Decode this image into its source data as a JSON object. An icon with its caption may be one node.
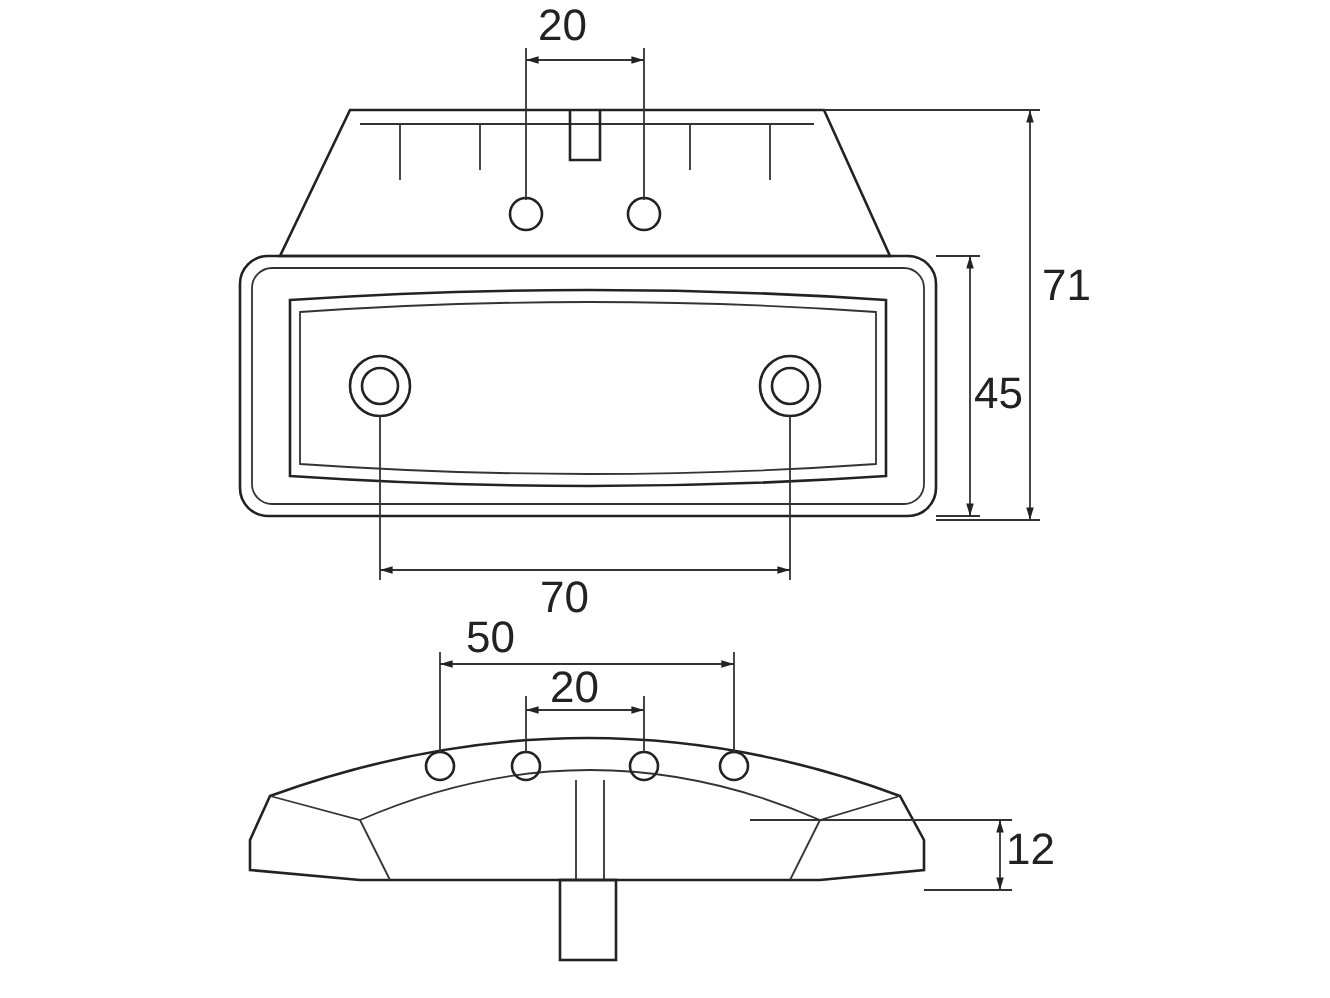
{
  "diagram": {
    "labels": [
      "20",
      "71",
      "45",
      "70",
      "50",
      "20",
      "12"
    ]
  }
}
